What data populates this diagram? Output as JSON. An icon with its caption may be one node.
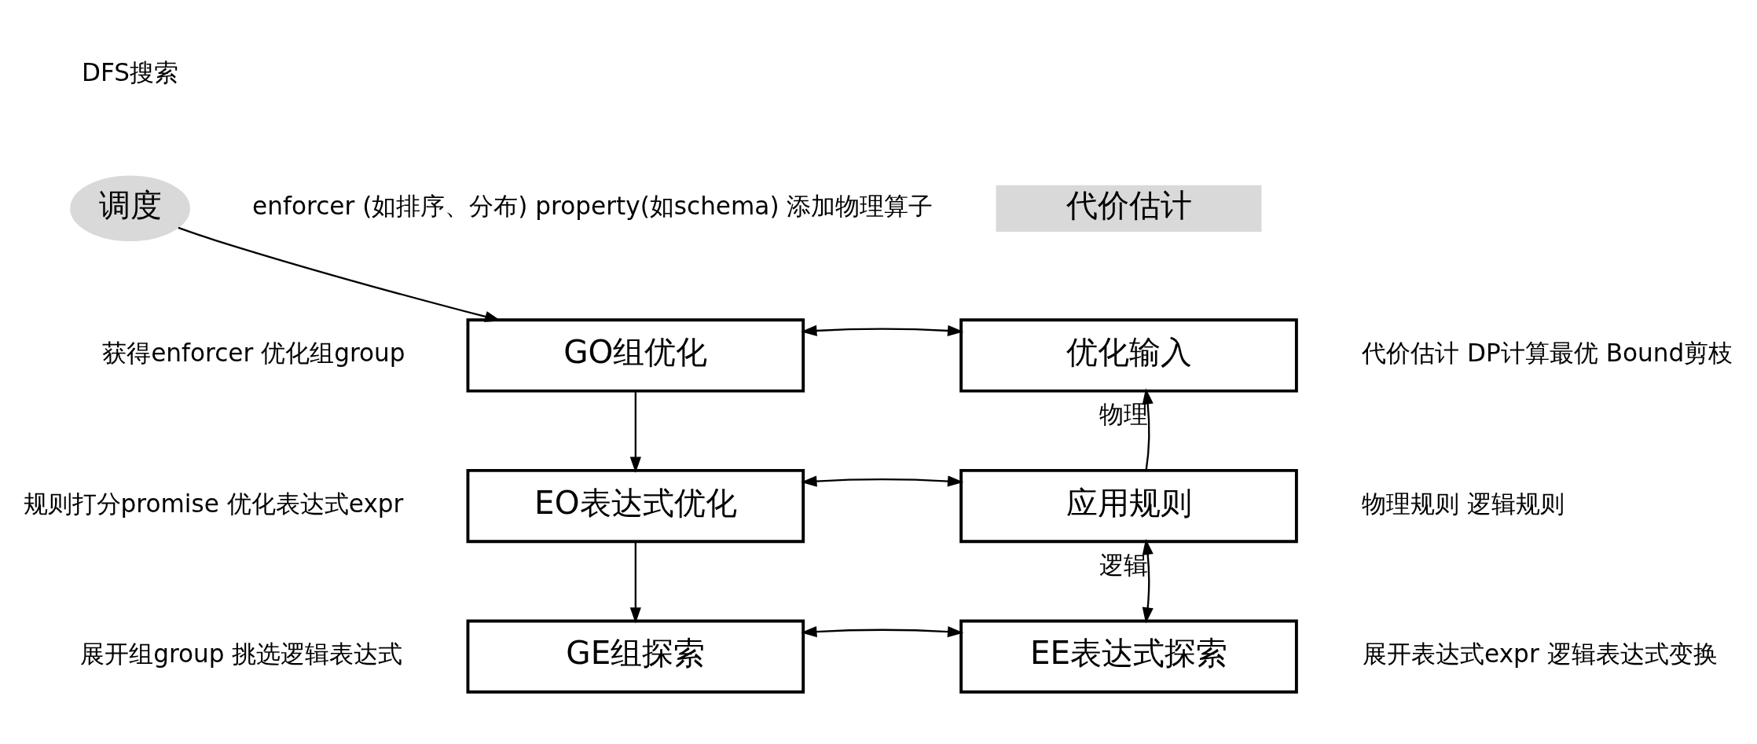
{
  "diagram": {
    "nodes": [
      {
        "text": [
          "调度"
        ],
        "beside": [
          "DFS搜索"
        ]
      },
      {
        "text": [
          "GO组优化"
        ],
        "beside": [
          "获得enforcer 优化组group"
        ]
      },
      {
        "text": [
          "优化输入"
        ],
        "beside": [
          "代价估计 DP计算最优 Bound剪枝"
        ]
      },
      {
        "text": [
          "EO表达式优化"
        ],
        "beside": [
          "规则打分promise 优化表达式expr"
        ]
      },
      {
        "text": [
          "应用规则"
        ],
        "beside": [
          "物理规则 逻辑规则"
        ]
      },
      {
        "text": [
          "GE组探索"
        ],
        "beside": [
          "展开组group 挑选逻辑表达式"
        ]
      },
      {
        "text": [
          "EE表达式探索"
        ],
        "beside": [
          "展开表达式expr 逻辑表达式变换"
        ]
      },
      {
        "text": [
          "代价估计"
        ]
      }
    ],
    "edges": [
      {
        "from": 0,
        "to": 1,
        "arrow": "to"
      },
      {
        "from": 1,
        "to": 2,
        "arrow": "both"
      },
      {
        "from": 1,
        "to": 3,
        "arrow": "to"
      },
      {
        "from": 3,
        "to": 4,
        "arrow": "both"
      },
      {
        "from": 3,
        "to": 5,
        "arrow": "to"
      },
      {
        "from": 5,
        "to": 6,
        "arrow": "both"
      },
      {
        "from": 4,
        "to": 2,
        "arrow": "to",
        "label": "物理"
      },
      {
        "from": 6,
        "to": 4,
        "arrow": "both",
        "label": "逻辑"
      }
    ],
    "labels": [
      "enforcer (如排序、分布) property(如schema) 添加物理算子"
    ]
  }
}
